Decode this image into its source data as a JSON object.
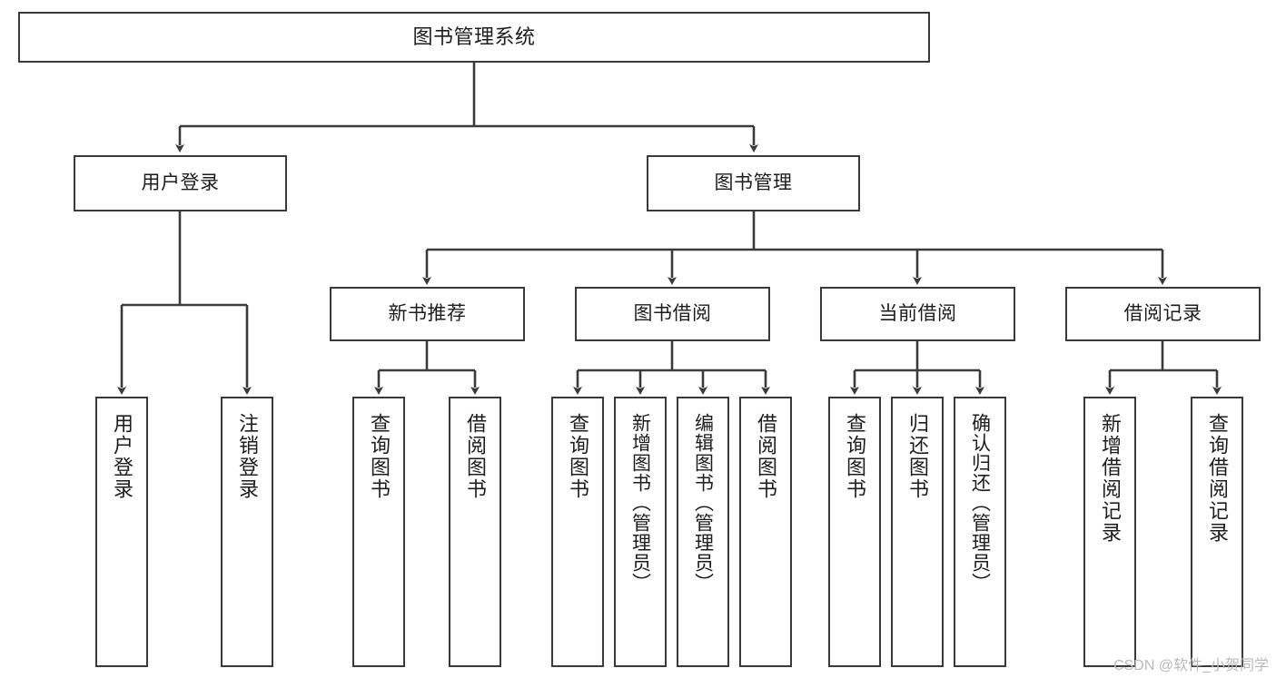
{
  "diagram": {
    "type": "tree-hierarchy",
    "title": "图书管理系统",
    "watermark": "CSDN @软件_小贺同学",
    "colors": {
      "stroke": "#3a3a3a",
      "fill": "#ffffff",
      "text": "#1d1d1d",
      "watermark": "#b9b9b9"
    },
    "nodes": {
      "root": {
        "label": "图书管理系统"
      },
      "level2": [
        {
          "id": "user-login",
          "label": "用户登录"
        },
        {
          "id": "book-manage",
          "label": "图书管理"
        }
      ],
      "level3": [
        {
          "id": "new-book-rec",
          "label": "新书推荐"
        },
        {
          "id": "book-borrow",
          "label": "图书借阅"
        },
        {
          "id": "current-borrow",
          "label": "当前借阅"
        },
        {
          "id": "borrow-record",
          "label": "借阅记录"
        }
      ],
      "leaves": [
        {
          "id": "leaf-user-login",
          "label": "用户登录",
          "parent": "user-login"
        },
        {
          "id": "leaf-logout",
          "label": "注销登录",
          "parent": "user-login"
        },
        {
          "id": "leaf-query-book-1",
          "label": "查询图书",
          "parent": "new-book-rec"
        },
        {
          "id": "leaf-borrow-book-1",
          "label": "借阅图书",
          "parent": "new-book-rec"
        },
        {
          "id": "leaf-query-book-2",
          "label": "查询图书",
          "parent": "book-borrow"
        },
        {
          "id": "leaf-add-book",
          "label": "新增图书（管理员）",
          "parent": "book-borrow"
        },
        {
          "id": "leaf-edit-book",
          "label": "编辑图书（管理员）",
          "parent": "book-borrow"
        },
        {
          "id": "leaf-borrow-book-2",
          "label": "借阅图书",
          "parent": "book-borrow"
        },
        {
          "id": "leaf-query-book-3",
          "label": "查询图书",
          "parent": "current-borrow"
        },
        {
          "id": "leaf-return-book",
          "label": "归还图书",
          "parent": "current-borrow"
        },
        {
          "id": "leaf-confirm-return",
          "label": "确认归还（管理员）",
          "parent": "current-borrow"
        },
        {
          "id": "leaf-add-record",
          "label": "新增借阅记录",
          "parent": "borrow-record"
        },
        {
          "id": "leaf-query-record",
          "label": "查询借阅记录",
          "parent": "borrow-record"
        }
      ]
    }
  }
}
